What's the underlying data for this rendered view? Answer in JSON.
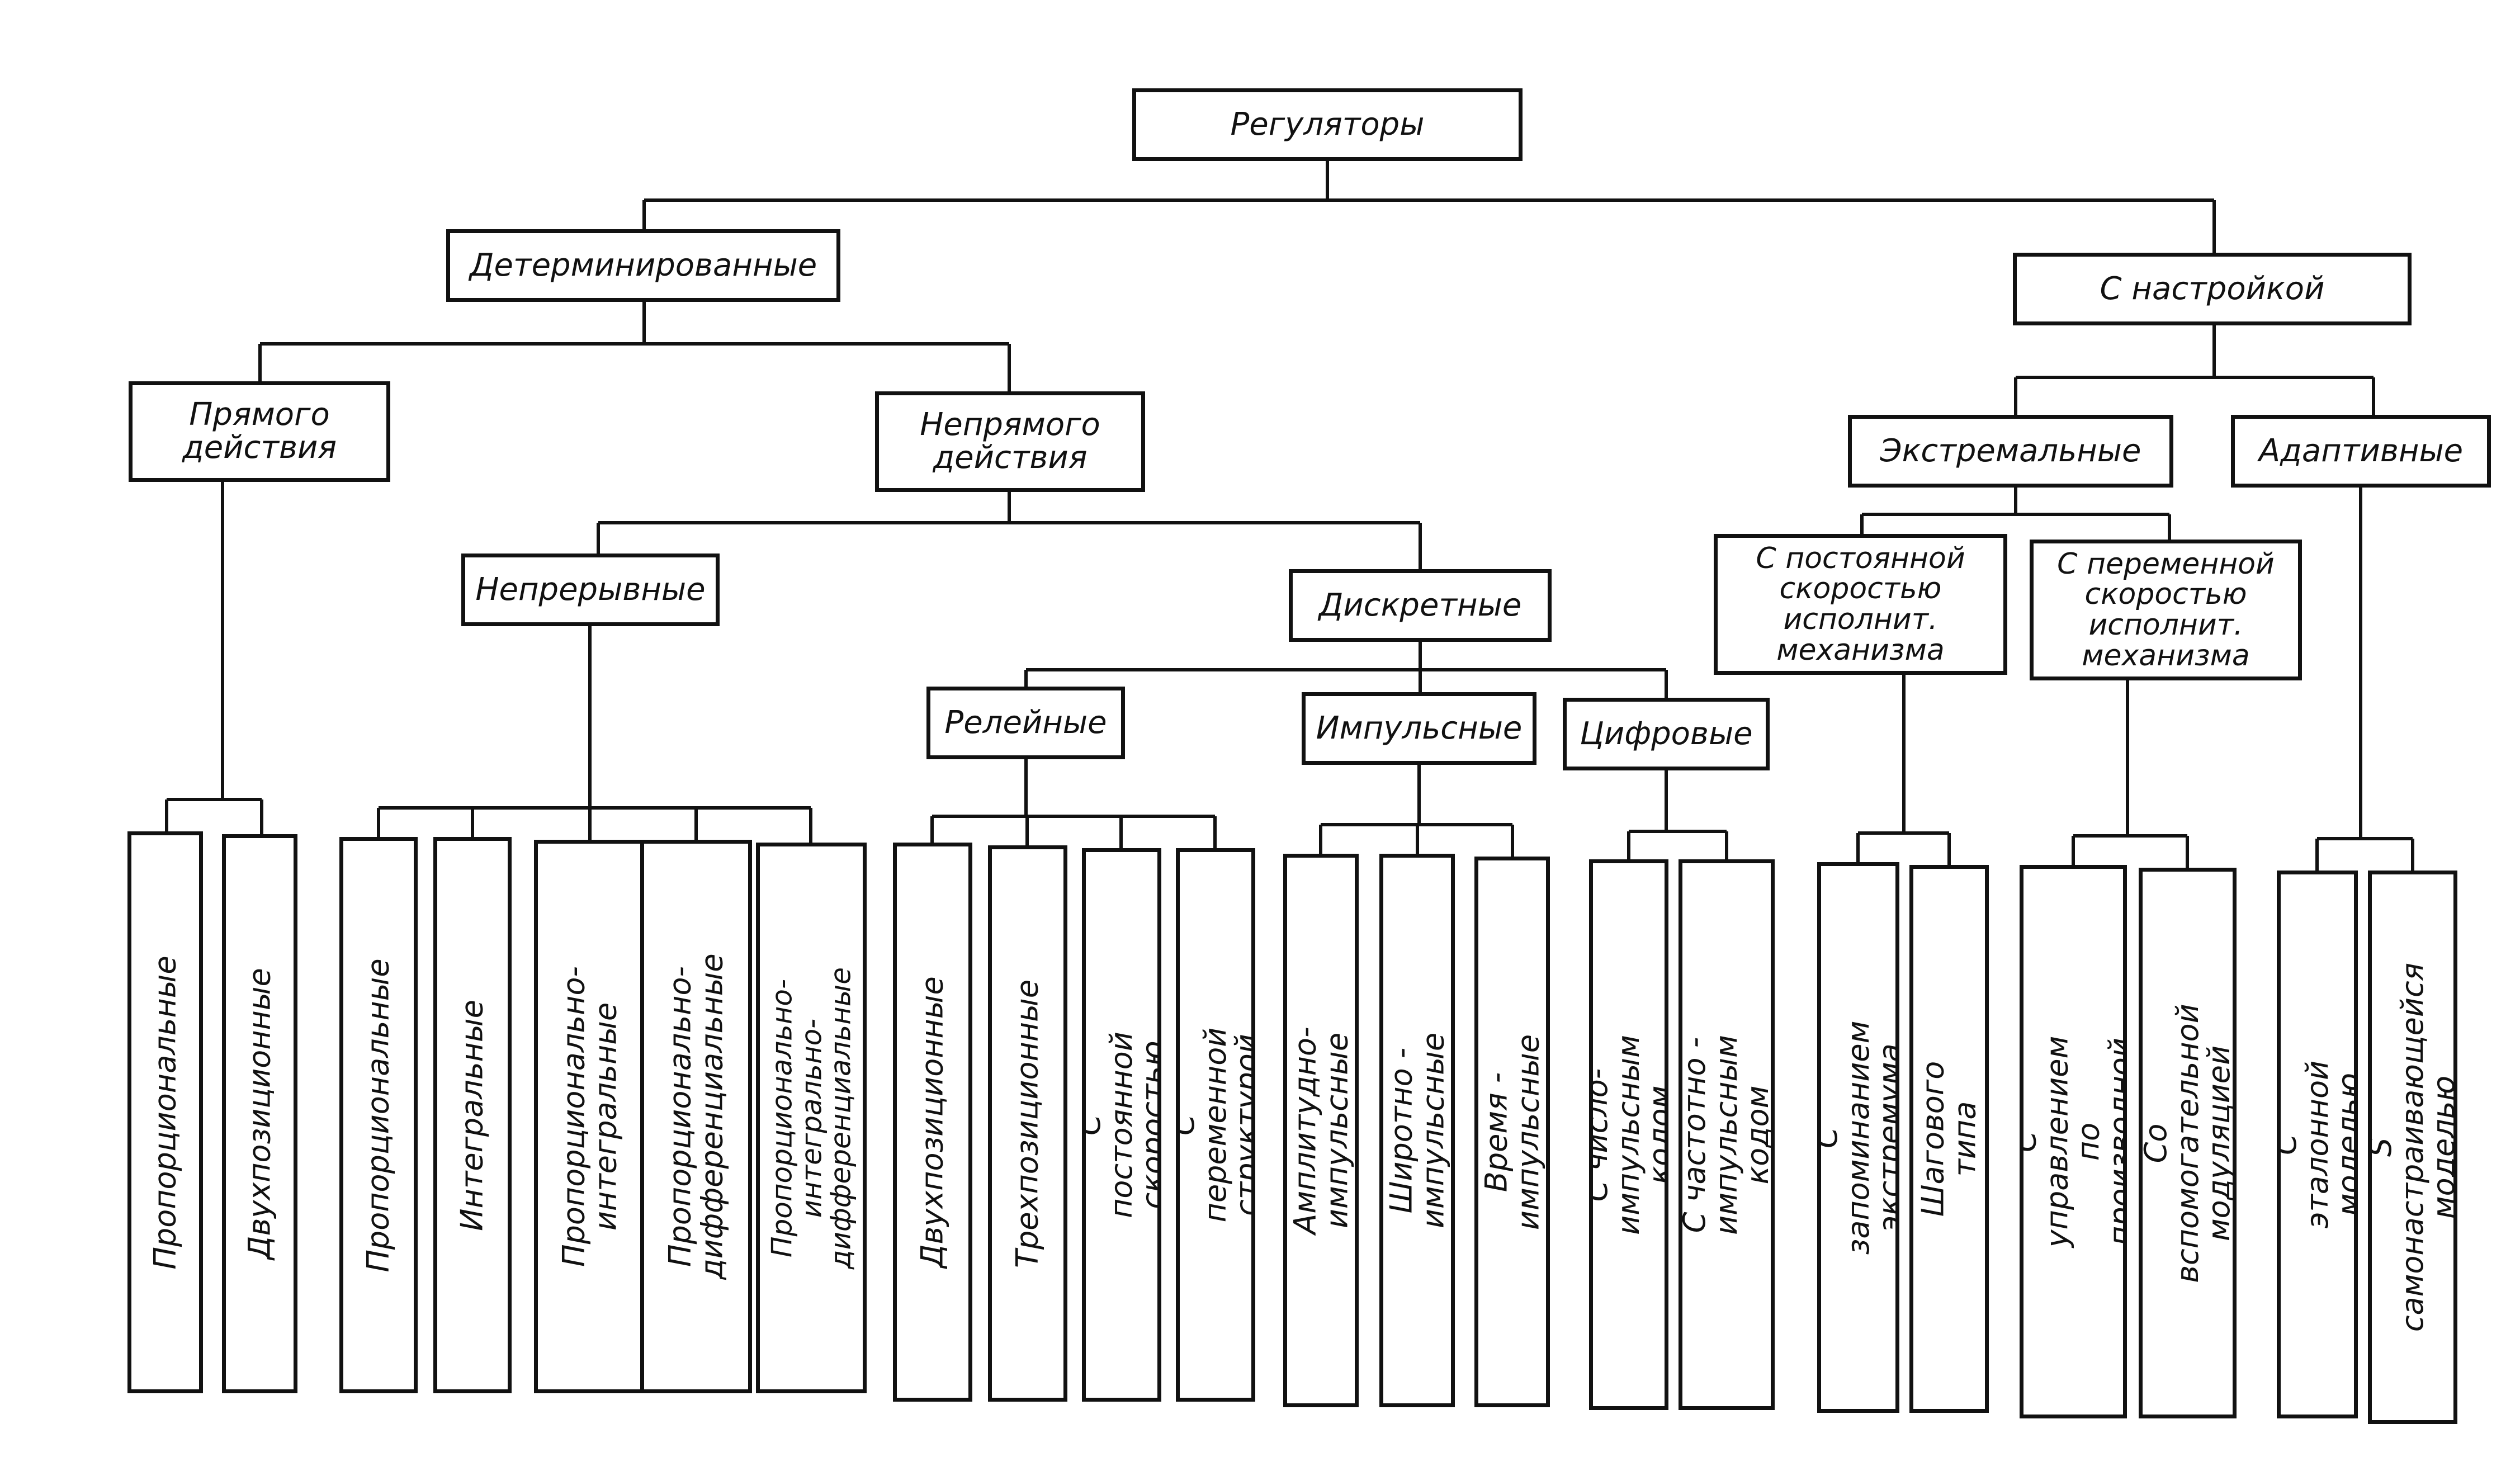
{
  "diagram": {
    "root": "Регуляторы",
    "deterministic": "Детерминированные",
    "tunable": "С  настройкой",
    "direct": "Прямого\nдействия",
    "indirect": "Непрямого\nдействия",
    "continuous": "Непрерывные",
    "discrete": "Дискретные",
    "relay": "Релейные",
    "pulse": "Импульсные",
    "digital": "Цифровые",
    "extremal": "Экстремальные",
    "adaptive": "Адаптивные",
    "const_speed": "С постоянной\nскоростью\nисполнит.\nмеханизма",
    "var_speed": "С переменной\nскоростью\nисполнит.\nмеханизма",
    "leaves": {
      "direct_prop": "Пропорциональные",
      "direct_twopos": "Двухпозиционные",
      "cont_prop": "Пропорциональные",
      "cont_integral": "Интегральные",
      "cont_pi": "Пропорционально-\nинтегральные",
      "cont_pd": "Пропорционально-\nдифференциальные",
      "cont_pid": "Пропорционально-интегрально-\nдифференциальные",
      "relay_twopos": "Двухпозиционные",
      "relay_threepos": "Трехпозиционные",
      "relay_constspeed": "С постоянной  скоростью",
      "relay_varstruct": "С переменной  структурой",
      "pulse_am": "Амплитудно- импульсные",
      "pulse_wm": "Широтно - импульсные",
      "pulse_tm": "Время - импульсные",
      "digital_numpulse": "С число-импульсным кодом",
      "digital_freqpulse": "С частотно - импульсным\nкодом",
      "const_memory": "С запоминанием  экстремума",
      "const_step": "Шагового  типа",
      "var_derivative": "С  управлением по\nпроизводной",
      "var_auxmod": "Со вспомогательной\nмодуляцией",
      "adaptive_ref": "С  эталонной  моделью",
      "adaptive_selftune": "S  самонастраивающейся\nмоделью"
    }
  }
}
